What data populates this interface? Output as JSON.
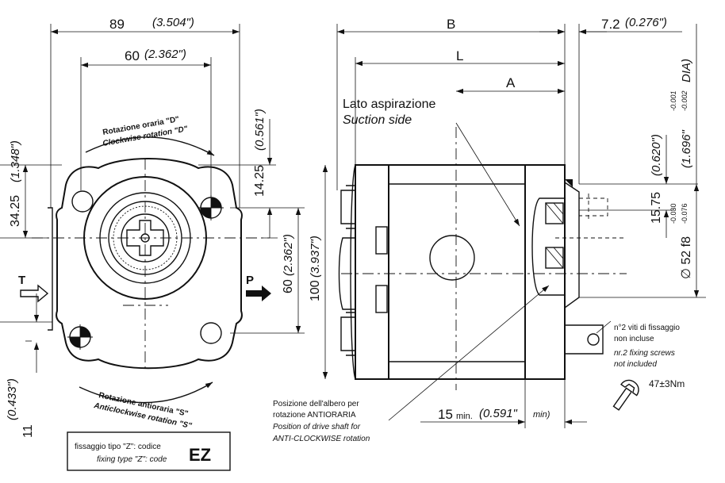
{
  "front_view": {
    "dim_89": "89",
    "dim_89_in": "(3.504\")",
    "dim_60_top": "60",
    "dim_60_top_in": "(2.362\")",
    "dim_34_25": "34.25",
    "dim_34_25_in": "(1.348\")",
    "dim_14_25": "14.25",
    "dim_14_25_in": "(0.561\")",
    "dim_60_right": "60",
    "dim_60_right_in": "(2.362\")",
    "dim_100": "100",
    "dim_100_in": "(3.937\")",
    "dim_11": "11",
    "dim_11_in": "(0.433\")",
    "rotation_cw_it": "Rotazione oraria \"D\"",
    "rotation_cw_en": "Clockwise rotation \"D\"",
    "rotation_ccw_it": "Rotazione antioraria \"S\"",
    "rotation_ccw_en": "Anticlockwise rotation \"S\"",
    "port_t": "T",
    "port_p": "P"
  },
  "fixing_box": {
    "line_it": "fissaggio tipo \"Z\": codice",
    "line_en": "fixing type \"Z\": code",
    "code": "EZ"
  },
  "side_view": {
    "dim_b": "B",
    "dim_l": "L",
    "dim_a": "A",
    "dim_7_2": "7.2",
    "dim_7_2_in": "(0.276\")",
    "suction_it": "Lato aspirazione",
    "suction_en": "Suction side",
    "dim_15_75": "15.75",
    "dim_15_75_in": "(0.620\")",
    "dim_dia_in": "(1.696\"",
    "dim_dia_tol_top": "-0.001",
    "dim_dia_tol_bot": "-0.002",
    "dim_dia_label": "DIA)",
    "dim_52": "∅ 52 f8",
    "dim_52_tol_top": "-0.030",
    "dim_52_tol_bot": "-0.076",
    "dim_15_min": "15",
    "dim_15_min_sub": "min.",
    "dim_15_min_in": "(0.591\"",
    "dim_15_min_in_sub": "min)",
    "screws_it_1": "n°2 viti di fissaggio",
    "screws_it_2": "non incluse",
    "screws_en_1": "nr.2 fixing screws",
    "screws_en_2": "not included",
    "torque": "47±3Nm",
    "shaft_it_1": "Posizione dell'albero per",
    "shaft_it_2": "rotazione ANTIORARIA",
    "shaft_en_1": "Position of drive shaft for",
    "shaft_en_2": "ANTI-CLOCKWISE rotation"
  },
  "icons": {
    "arrow_t": "hollow-arrow-icon",
    "arrow_p": "solid-arrow-icon",
    "wrench": "wrench-icon",
    "bolt_marker": "bolt-quadrant-marker-icon"
  }
}
